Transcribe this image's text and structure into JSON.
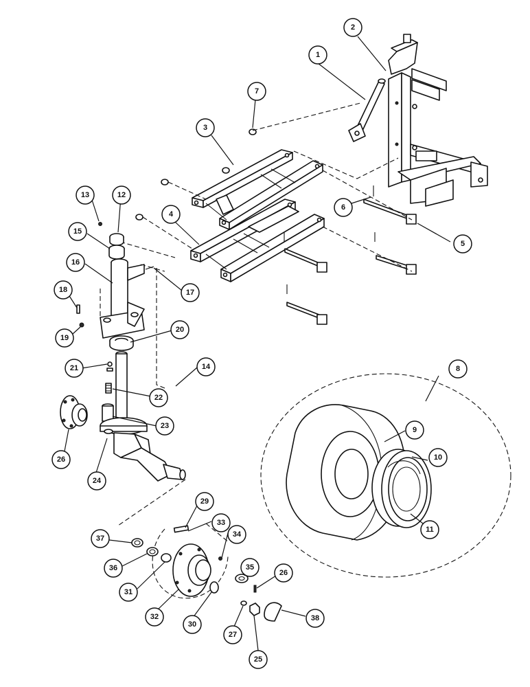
{
  "callouts": [
    {
      "id": "c1",
      "text": "1"
    },
    {
      "id": "c2",
      "text": "2"
    },
    {
      "id": "c3",
      "text": "3"
    },
    {
      "id": "c4",
      "text": "4"
    },
    {
      "id": "c5",
      "text": "5"
    },
    {
      "id": "c6",
      "text": "6"
    },
    {
      "id": "c7",
      "text": "7"
    },
    {
      "id": "c8",
      "text": "8"
    },
    {
      "id": "c9",
      "text": "9"
    },
    {
      "id": "c10",
      "text": "10"
    },
    {
      "id": "c11",
      "text": "11"
    },
    {
      "id": "c12",
      "text": "12"
    },
    {
      "id": "c13",
      "text": "13"
    },
    {
      "id": "c14",
      "text": "14"
    },
    {
      "id": "c15",
      "text": "15"
    },
    {
      "id": "c16",
      "text": "16"
    },
    {
      "id": "c17",
      "text": "17"
    },
    {
      "id": "c18",
      "text": "18"
    },
    {
      "id": "c19",
      "text": "19"
    },
    {
      "id": "c20",
      "text": "20"
    },
    {
      "id": "c21",
      "text": "21"
    },
    {
      "id": "c22",
      "text": "22"
    },
    {
      "id": "c23",
      "text": "23"
    },
    {
      "id": "c24",
      "text": "24"
    },
    {
      "id": "c26a",
      "text": "26"
    },
    {
      "id": "c29",
      "text": "29"
    },
    {
      "id": "c33",
      "text": "33"
    },
    {
      "id": "c34",
      "text": "34"
    },
    {
      "id": "c37",
      "text": "37"
    },
    {
      "id": "c36",
      "text": "36"
    },
    {
      "id": "c35",
      "text": "35"
    },
    {
      "id": "c26b",
      "text": "26"
    },
    {
      "id": "c31",
      "text": "31"
    },
    {
      "id": "c32",
      "text": "32"
    },
    {
      "id": "c30",
      "text": "30"
    },
    {
      "id": "c27",
      "text": "27"
    },
    {
      "id": "c38",
      "text": "38"
    },
    {
      "id": "c25",
      "text": "25"
    }
  ]
}
